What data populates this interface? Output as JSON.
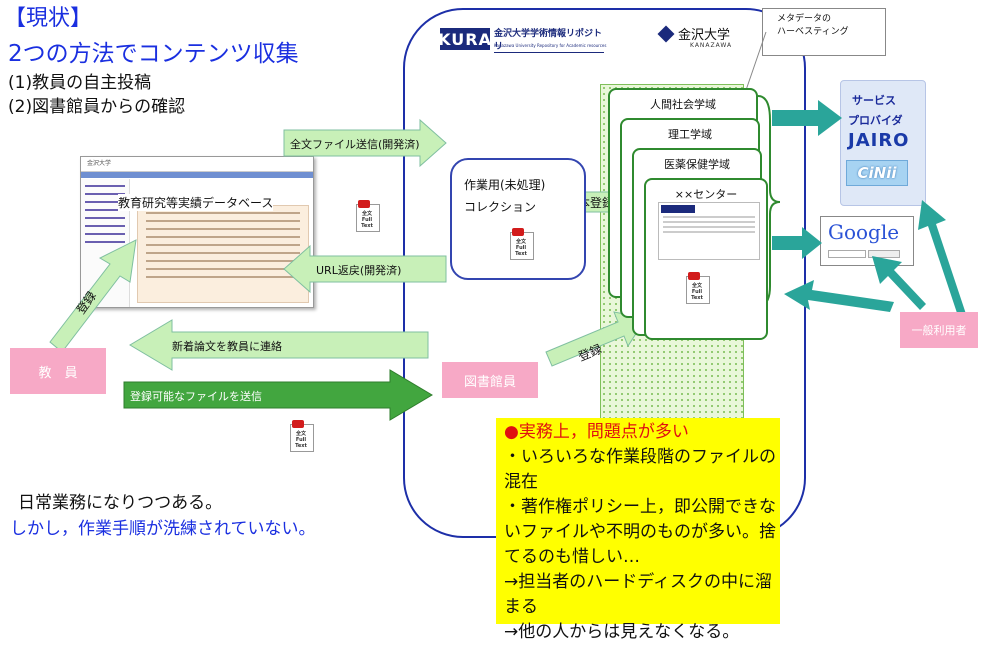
{
  "header": {
    "title": "【現状】",
    "subtitle": "2つの方法でコンテンツ収集",
    "method1": "(1)教員の自主投稿",
    "method2": "(2)図書館員からの確認"
  },
  "repository": {
    "logo_text": "KURA",
    "logo_caption_jp": "金沢大学学術情報リポジトリ",
    "logo_caption_en": "Kanazawa University Repository for Academic resources",
    "univ_name": "金沢大学",
    "univ_en": "KANAZAWA"
  },
  "harvest_note": {
    "line1": "メタデータの",
    "line2": "ハーベスティング"
  },
  "provider": {
    "line1": "サービス",
    "line2": "プロバイダ",
    "jairo": "JAIRO",
    "cinii": "CiNii"
  },
  "google": {
    "logo": "Google"
  },
  "db_window": {
    "title": "教育研究等実績データベース"
  },
  "arrows": {
    "send_fulltext": "全文ファイル送信(開発済)",
    "url_return": "URL返戻(開発済)",
    "contact_faculty": "新着論文を教員に連絡",
    "send_file": "登録可能なファイルを送信",
    "register_main": "本登録",
    "register_librarian": "登録",
    "register_faculty": "登録"
  },
  "work_collection": {
    "line1": "作業用(未処理)",
    "line2": "コレクション"
  },
  "faculties": [
    "人間社会学域",
    "理工学域",
    "医薬保健学域",
    "××センター"
  ],
  "doc_icon": {
    "line1": "全文",
    "line2": "Full",
    "line3": "Text"
  },
  "roles": {
    "faculty": "教　員",
    "librarian": "図書館員",
    "public": "一般利用者"
  },
  "notes": {
    "status": "日常業務になりつつある。",
    "issue": "しかし，作業手順が洗練されていない。"
  },
  "problem_box": {
    "heading": "●実務上，問題点が多い",
    "lines": [
      "・いろいろな作業段階のファイルの混在",
      "・著作権ポリシー上，即公開できないファイルや不明のものが多い。捨てるのも惜しい…",
      "→担当者のハードディスクの中に溜まる",
      "→他の人からは見えなくなる。"
    ]
  },
  "colors": {
    "accent_blue": "#1a2fe0",
    "arrow_teal": "#2aa59a",
    "arrow_light": "#c8f0b8",
    "pink": "#f7a9c6",
    "highlight_yellow": "#ffff00",
    "problem_red": "#e01010"
  }
}
